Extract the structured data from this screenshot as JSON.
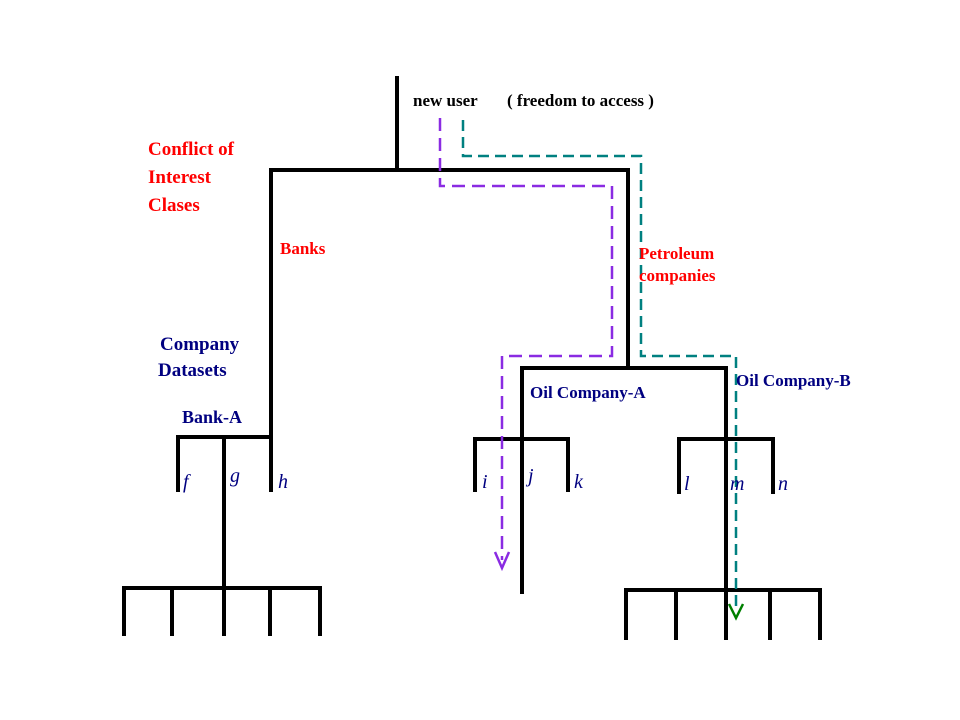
{
  "diagram": {
    "user_label": "new user",
    "user_note": "( freedom to access )",
    "conflict_label": [
      "Conflict of",
      "Interest",
      "Clases"
    ],
    "banks_label": "Banks",
    "petroleum_label": [
      "Petroleum",
      "companies"
    ],
    "company_datasets_label": [
      "Company",
      "Datasets"
    ],
    "bank_a_label": "Bank-A",
    "oil_a_label": "Oil Company-A",
    "oil_b_label": "Oil Company-B",
    "leaves": {
      "f": "f",
      "g": "g",
      "h": "h",
      "i": "i",
      "j": "j",
      "k": "k",
      "l": "l",
      "m": "m",
      "n": "n"
    }
  },
  "colors": {
    "tree": "#000000",
    "red_label": "#ff0000",
    "blue_label": "#000080",
    "path_purple": "#8a2be2",
    "path_teal": "#008080",
    "arrow_green": "#008000"
  }
}
